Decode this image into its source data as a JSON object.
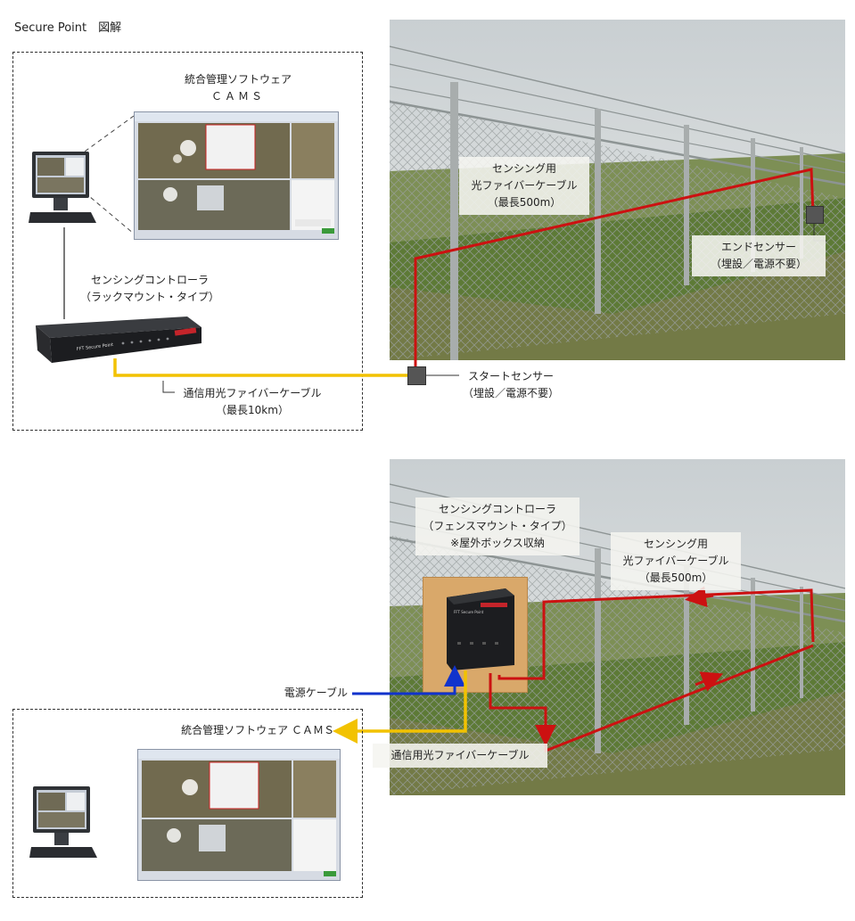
{
  "page": {
    "title": "Secure Point　図解"
  },
  "top": {
    "software_label_line1": "統合管理ソフトウェア",
    "software_label_line2": "ＣＡＭＳ",
    "controller_label_line1": "センシングコントローラ",
    "controller_label_line2": "（ラックマウント・タイプ）",
    "comm_cable_line1": "通信用光ファイバーケーブル",
    "comm_cable_line2": "（最長10km）",
    "sensing_cable_line1": "センシング用",
    "sensing_cable_line2": "光ファイバーケーブル",
    "sensing_cable_line3": "（最長500m）",
    "end_sensor_line1": "エンドセンサー",
    "end_sensor_line2": "（埋設／電源不要）",
    "start_sensor_line1": "スタートセンサー",
    "start_sensor_line2": "（埋設／電源不要）",
    "device_brand": "FFT Secure Point"
  },
  "bottom": {
    "controller_label_line1": "センシングコントローラ",
    "controller_label_line2": "（フェンスマウント・タイプ）",
    "controller_label_line3": "※屋外ボックス収納",
    "sensing_cable_line1": "センシング用",
    "sensing_cable_line2": "光ファイバーケーブル",
    "sensing_cable_line3": "（最長500m）",
    "power_cable": "電源ケーブル",
    "software_label": "統合管理ソフトウェア ＣＡＭＳ",
    "comm_cable": "通信用光ファイバーケーブル"
  },
  "colors": {
    "sensing_cable": "#cc1111",
    "comm_cable": "#f2c200",
    "power_cable": "#1133cc",
    "sensor_box": "#555555",
    "wood_box": "#d9a86a"
  }
}
